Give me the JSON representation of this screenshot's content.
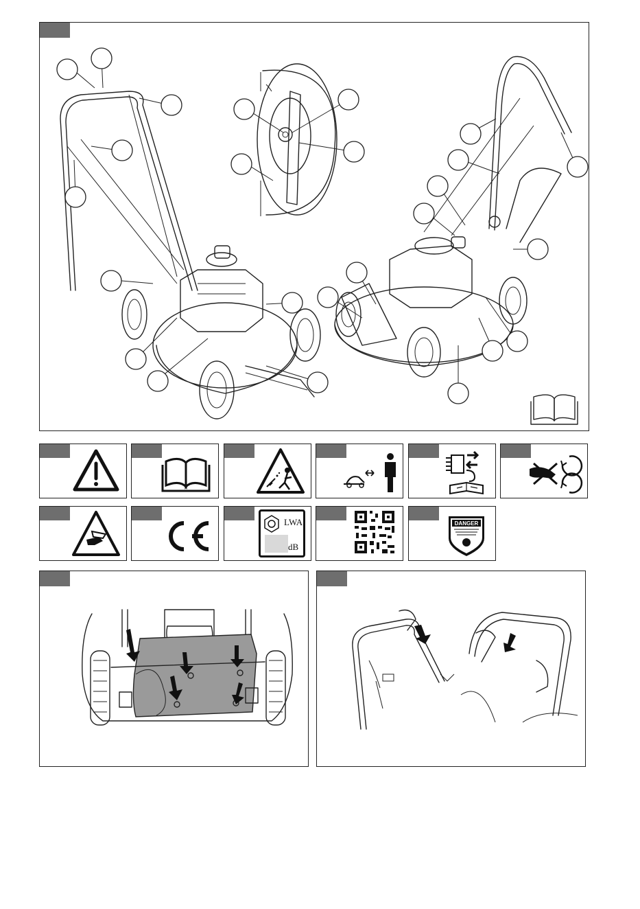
{
  "figure_main": {
    "callout_count": 25
  },
  "symbols_row1": [
    {
      "name": "warning-triangle-icon"
    },
    {
      "name": "read-manual-icon"
    },
    {
      "name": "thrown-objects-warning-icon"
    },
    {
      "name": "keep-distance-icon"
    },
    {
      "name": "disconnect-before-maintenance-icon"
    },
    {
      "name": "rotating-blade-hand-icon"
    }
  ],
  "symbols_row2": [
    {
      "name": "hand-injury-warning-icon"
    },
    {
      "name": "ce-mark-icon"
    },
    {
      "name": "sound-power-label-icon"
    },
    {
      "name": "qr-code-icon"
    },
    {
      "name": "danger-sticker-icon"
    }
  ],
  "ce_label": "CE",
  "sound_label": {
    "lwa": "LWA",
    "db": "dB"
  },
  "danger_label": "DANGER",
  "colors": {
    "tab": "#6e6e6e",
    "line": "#222222",
    "plate": "#9a9a9a"
  }
}
